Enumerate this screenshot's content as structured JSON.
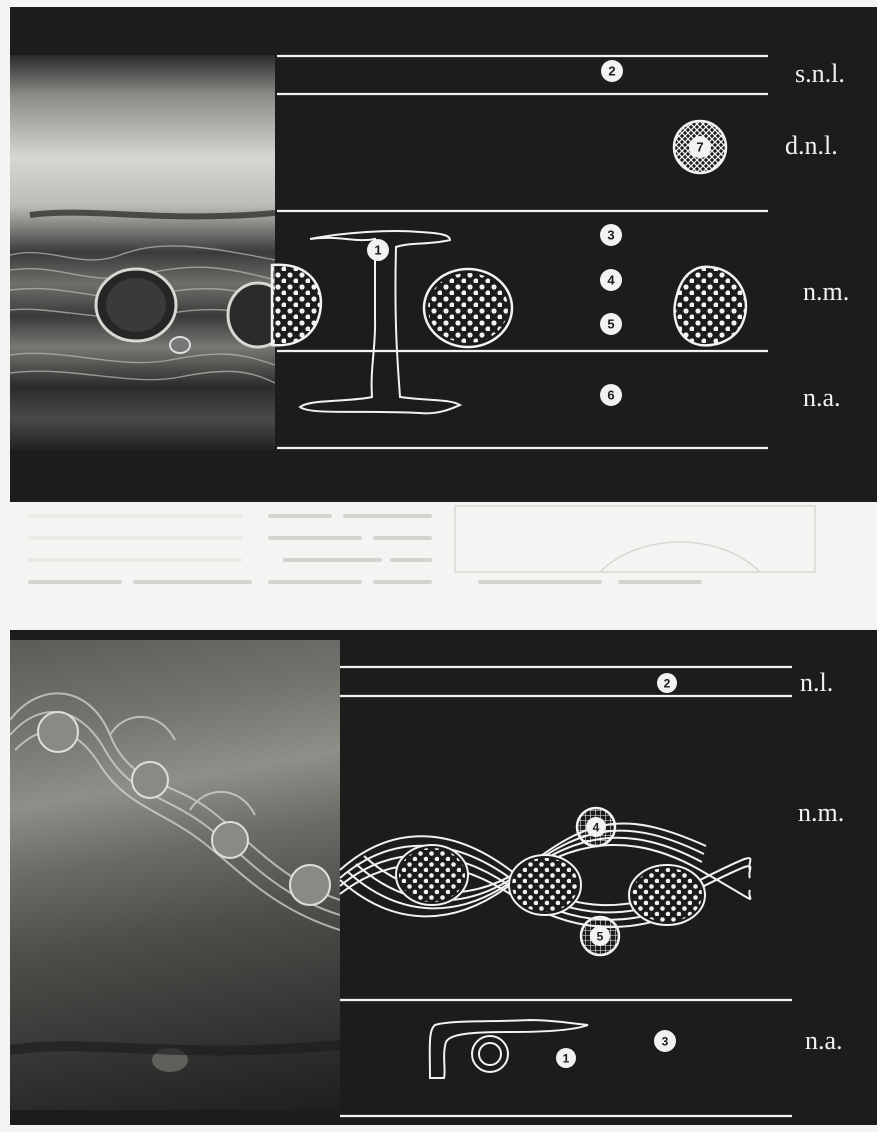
{
  "colors": {
    "plate": "#1c1c1c",
    "line": "#f2f2f2",
    "page": "#f4f4f2"
  },
  "top_panel": {
    "layers": [
      "s.n.l.",
      "d.n.l.",
      "n.m.",
      "n.a."
    ],
    "markers": [
      "2",
      "7",
      "1",
      "3",
      "4",
      "5",
      "6"
    ]
  },
  "bottom_panel": {
    "layers": [
      "n.l.",
      "n.m.",
      "n.a."
    ],
    "markers": [
      "2",
      "4",
      "5",
      "1",
      "3"
    ]
  }
}
